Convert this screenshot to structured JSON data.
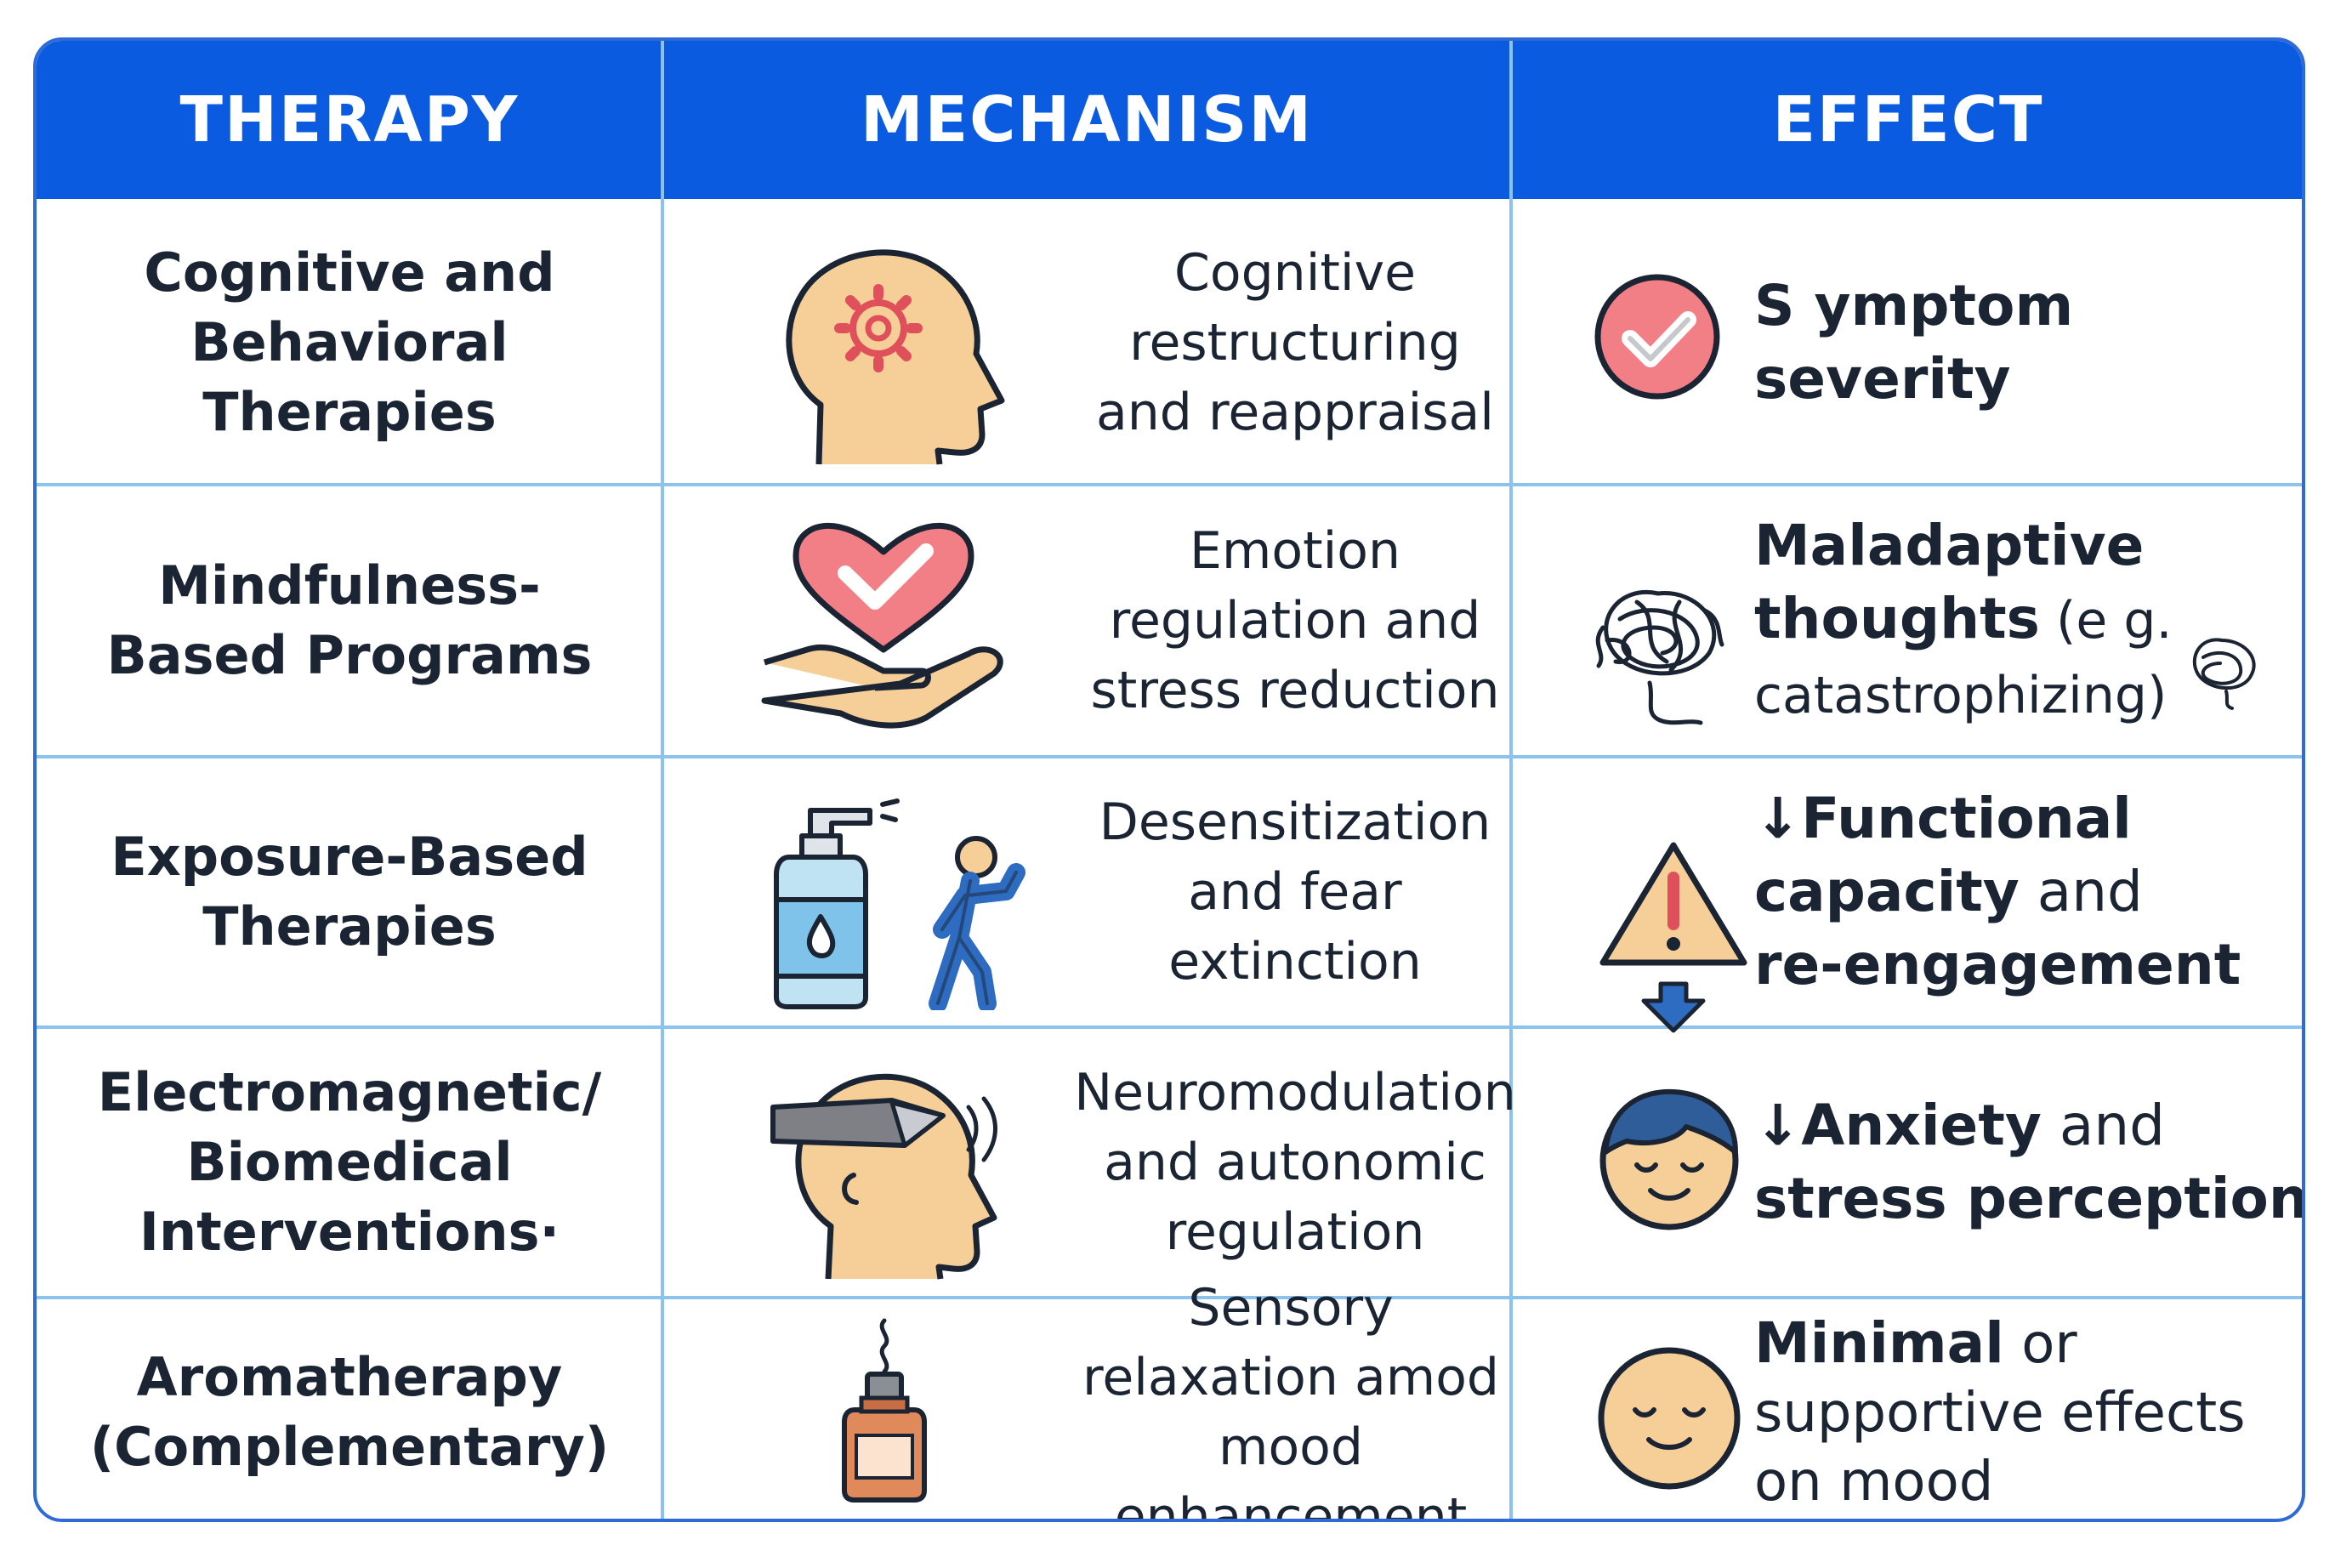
{
  "header": {
    "therapy": "THERAPY",
    "mechanism": "MECHANISM",
    "effect": "EFFECT"
  },
  "colors": {
    "header_bg": "#0a5be0",
    "grid": "#8cc3ec",
    "skin": "#f6cf98",
    "heart": "#f27f86",
    "outline": "#1b2433"
  },
  "rows": [
    {
      "therapy": "Cognitive and\nBehavioral\nTherapies",
      "mechanism_icon": "head-gear-icon",
      "mechanism": "Cognitive\nrestructuring\nand reappraisal",
      "effect_icon": "check-circle-icon",
      "effect_bold": "S ymptom\nseverity",
      "effect_plain": ""
    },
    {
      "therapy": "Mindfulness-\nBased Programs",
      "mechanism_icon": "hand-heart-icon",
      "mechanism": "Emotion\nregulation and\nstress reduction",
      "effect_icon": "tangled-thoughts-icon",
      "effect_bold": "Maladaptive\nthoughts",
      "effect_plain": " (e g.\ncatastrophizing)"
    },
    {
      "therapy": "Exposure-Based\nTherapies",
      "mechanism_icon": "spray-bottle-person-icon",
      "mechanism": "Desensitization\nand fear\nextinction",
      "effect_icon": "warning-arrow-icon",
      "effect_bold": "↓Functional\ncapacity",
      "effect_plain": " and\n",
      "effect_bold2": "re-engagement"
    },
    {
      "therapy": "Electromagnetic/\nBiomedical\nInterventions·",
      "mechanism_icon": "head-headset-icon",
      "mechanism": "Neuromodulation\nand autonomic\nregulation",
      "effect_icon": "calm-face-hair-icon",
      "effect_bold": "↓Anxiety",
      "effect_plain": " and\n",
      "effect_bold2": "stress perception"
    },
    {
      "therapy": "Aromatherapy\n(Complementary)",
      "mechanism_icon": "oil-bottle-icon",
      "mechanism": "Sensory\nrelaxation amod\nmood enhancement",
      "effect_icon": "calm-face-icon",
      "effect_bold": "Minimal",
      "effect_plain": " or\nsupportive effects\non mood"
    }
  ]
}
